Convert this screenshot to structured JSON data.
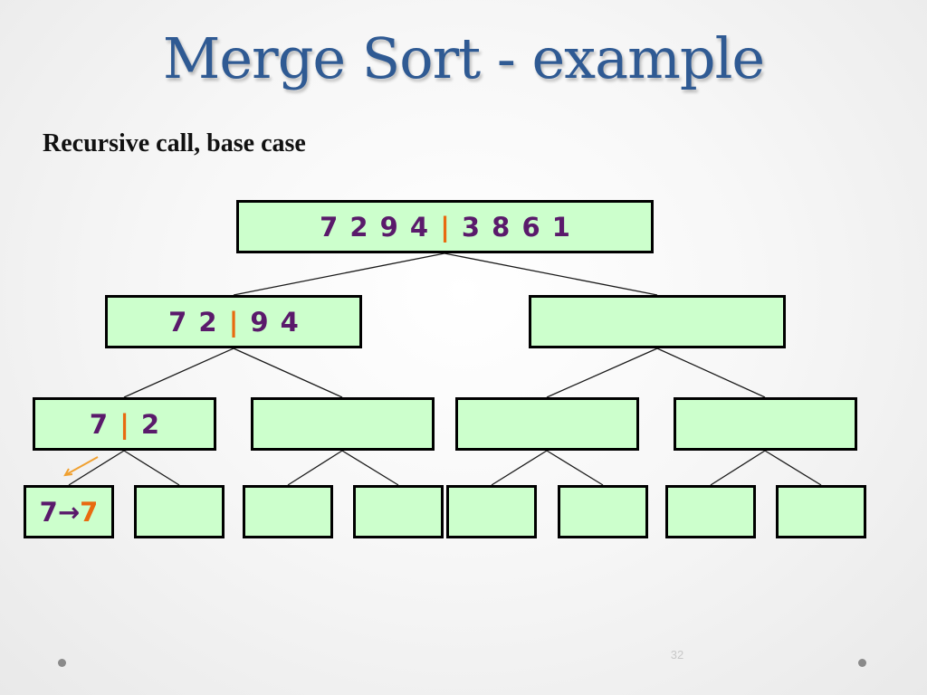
{
  "slide": {
    "title": "Merge Sort - example",
    "subtitle": "Recursive call, base case",
    "page_number": "32"
  },
  "tree": {
    "root": {
      "left": "7 2 9 4",
      "sep": "|",
      "right": "3 8 6 1"
    },
    "l1a": {
      "left": "7 2",
      "sep": "|",
      "right": "9 4"
    },
    "l1b": "",
    "l2a": {
      "left": "7",
      "sep": "|",
      "right": "2"
    },
    "l2b": "",
    "l2c": "",
    "l2d": "",
    "l3a": {
      "input": "7",
      "arrow": "→",
      "result": "7"
    },
    "l3b": "",
    "l3c": "",
    "l3d": "",
    "l3e": "",
    "l3f": "",
    "l3g": "",
    "l3h": ""
  },
  "colors": {
    "title": "#2f5a93",
    "node_fill": "#ccffcc",
    "node_border": "#000000",
    "node_text": "#5a1a6b",
    "separator": "#e86a10",
    "call_arrow": "#f0a030"
  },
  "icons": {
    "call_indicator": "return-arrow-icon",
    "slide_bullets": "dot-icon"
  }
}
